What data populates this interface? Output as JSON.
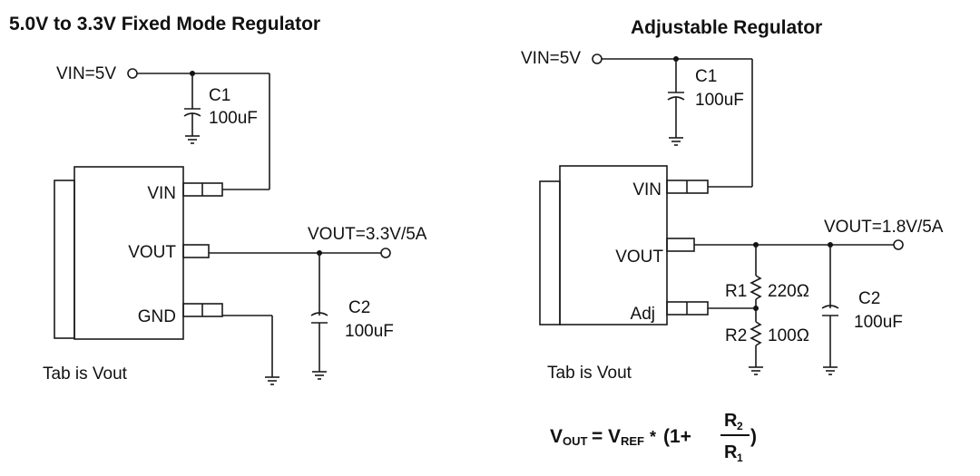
{
  "left": {
    "title": "5.0V to 3.3V Fixed Mode Regulator",
    "vin_label": "VIN=5V",
    "c1_name": "C1",
    "c1_value": "100uF",
    "pin_vin": "VIN",
    "pin_vout": "VOUT",
    "pin_gnd": "GND",
    "vout_label": "VOUT=3.3V/5A",
    "c2_name": "C2",
    "c2_value": "100uF",
    "tab_note": "Tab is Vout"
  },
  "right": {
    "title": "Adjustable Regulator",
    "vin_label": "VIN=5V",
    "c1_name": "C1",
    "c1_value": "100uF",
    "pin_vin": "VIN",
    "pin_vout": "VOUT",
    "pin_adj": "Adj",
    "vout_label": "VOUT=1.8V/5A",
    "r1_name": "R1",
    "r1_value": "220Ω",
    "r2_name": "R2",
    "r2_value": "100Ω",
    "c2_name": "C2",
    "c2_value": "100uF",
    "tab_note": "Tab is Vout"
  },
  "formula": {
    "lhs_main": "V",
    "lhs_sub": "OUT",
    "equals": "=",
    "ref_main": "V",
    "ref_sub": "REF",
    "times": "*",
    "open": "(1+",
    "num_main": "R",
    "num_sub": "2",
    "den_main": "R",
    "den_sub": "1",
    "close": ")"
  }
}
